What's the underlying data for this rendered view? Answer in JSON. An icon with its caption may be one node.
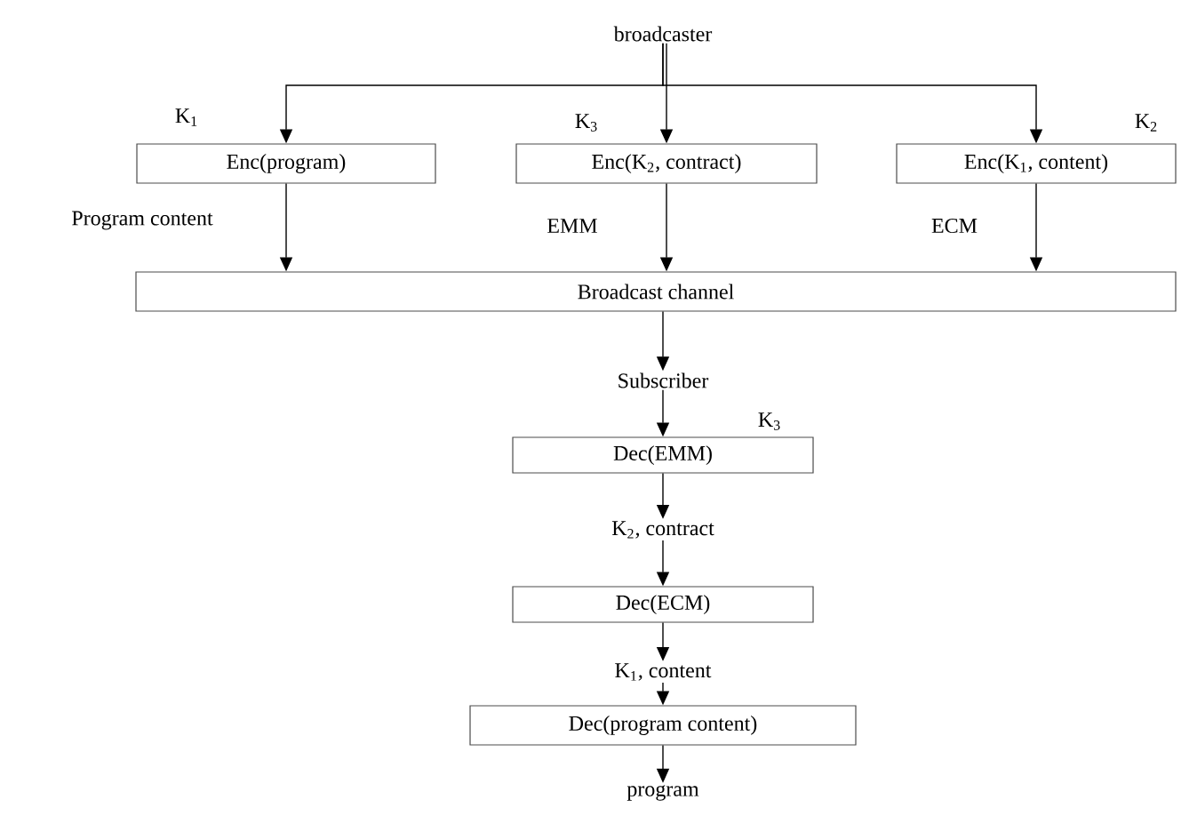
{
  "diagram": {
    "nodes": [
      {
        "text": [
          "broadcaster"
        ]
      },
      {
        "text": [
          "Enc(program)"
        ],
        "beside": [
          "K$_{1}$"
        ]
      },
      {
        "text": [
          "Enc(K$_{2}$, contract)"
        ],
        "beside": [
          "K$_{3}$"
        ]
      },
      {
        "text": [
          "Enc(K$_{1}$, content)"
        ],
        "beside": [
          "K$_{2}$"
        ]
      },
      {
        "text": [
          "Broadcast channel"
        ]
      },
      {
        "text": [
          "Subscriber"
        ]
      },
      {
        "text": [
          "Dec(EMM)"
        ],
        "beside": [
          "K$_{3}$"
        ]
      },
      {
        "text": [
          "K$_{2}$, contract"
        ]
      },
      {
        "text": [
          "Dec(ECM)"
        ]
      },
      {
        "text": [
          "K$_{1}$, content"
        ]
      },
      {
        "text": [
          "Dec(program content)"
        ]
      },
      {
        "text": [
          "program"
        ]
      }
    ],
    "edges": [
      {
        "from": 0,
        "to": 1,
        "arrow": "to"
      },
      {
        "from": 0,
        "to": 2,
        "arrow": "to"
      },
      {
        "from": 0,
        "to": 3,
        "arrow": "to"
      },
      {
        "from": 1,
        "to": 4,
        "arrow": "to",
        "label": "Program content"
      },
      {
        "from": 2,
        "to": 4,
        "arrow": "to",
        "label": "EMM"
      },
      {
        "from": 3,
        "to": 4,
        "arrow": "to",
        "label": "ECM"
      },
      {
        "from": 4,
        "to": 5,
        "arrow": "to"
      },
      {
        "from": 5,
        "to": 6,
        "arrow": "to"
      },
      {
        "from": 6,
        "to": 7,
        "arrow": "to"
      },
      {
        "from": 7,
        "to": 8,
        "arrow": "to"
      },
      {
        "from": 8,
        "to": 9,
        "arrow": "to"
      },
      {
        "from": 9,
        "to": 10,
        "arrow": "to"
      },
      {
        "from": 10,
        "to": 11,
        "arrow": "to"
      }
    ]
  }
}
